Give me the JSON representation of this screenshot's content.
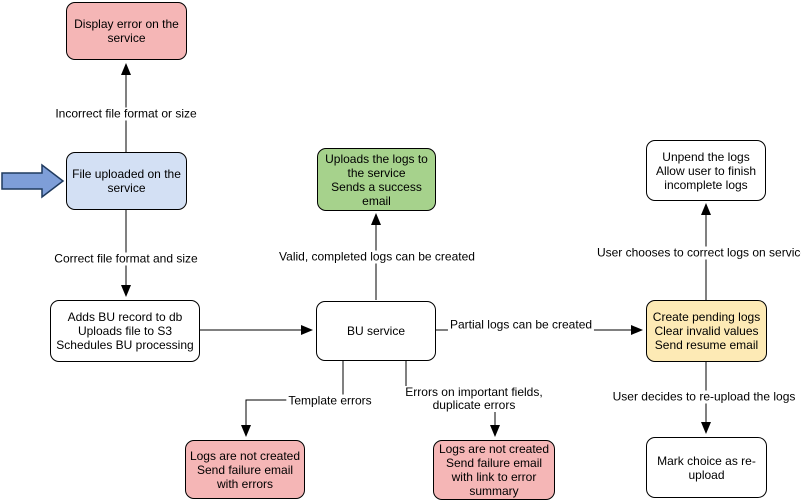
{
  "diagram": {
    "colors": {
      "pink": "#f5b6b6",
      "blue": "#d3e0f4",
      "green": "#a6d28c",
      "yellow": "#fdeab5",
      "white": "#ffffff",
      "edge": "#000000",
      "entry_arrow_fill": "#7e9ed8",
      "entry_arrow_stroke": "#1f3a5f"
    },
    "nodes": [
      {
        "id": "display-error",
        "lines": [
          "Display error on the",
          "service"
        ]
      },
      {
        "id": "file-uploaded",
        "lines": [
          "File uploaded on the",
          "service"
        ]
      },
      {
        "id": "adds-bu-record",
        "lines": [
          "Adds BU record to db",
          "Uploads file to S3",
          "Schedules BU processing"
        ]
      },
      {
        "id": "uploads-logs-success",
        "lines": [
          "Uploads the logs to",
          "the service",
          "Sends a success",
          "email"
        ]
      },
      {
        "id": "bu-service",
        "lines": [
          "BU service"
        ]
      },
      {
        "id": "unpend-logs",
        "lines": [
          "Unpend the logs",
          "Allow user to finish",
          "incomplete logs"
        ]
      },
      {
        "id": "create-pending-logs",
        "lines": [
          "Create pending logs",
          "Clear invalid values",
          "Send resume email"
        ]
      },
      {
        "id": "mark-choice-reupload",
        "lines": [
          "Mark choice as re-",
          "upload"
        ]
      },
      {
        "id": "logs-not-created-failure-errors",
        "lines": [
          "Logs are not created",
          "Send failure email",
          "with errors"
        ]
      },
      {
        "id": "logs-not-created-failure-summary",
        "lines": [
          "Logs are not created",
          "Send failure email",
          "with link to error",
          "summary"
        ]
      }
    ],
    "edge_labels": [
      {
        "id": "incorrect-file-format",
        "lines": [
          "Incorrect file format or size"
        ]
      },
      {
        "id": "correct-file-format",
        "lines": [
          "Correct file format and size"
        ]
      },
      {
        "id": "valid-completed-logs",
        "lines": [
          "Valid, completed logs can be created"
        ]
      },
      {
        "id": "partial-logs",
        "lines": [
          "Partial logs can be created"
        ]
      },
      {
        "id": "user-chooses-correct",
        "lines": [
          "User chooses to correct logs on service"
        ]
      },
      {
        "id": "user-decides-reupload",
        "lines": [
          "User decides to re-upload the logs"
        ]
      },
      {
        "id": "template-errors",
        "lines": [
          "Template errors"
        ]
      },
      {
        "id": "errors-important-fields",
        "lines": [
          "Errors on important fields,",
          "duplicate errors"
        ]
      }
    ]
  }
}
